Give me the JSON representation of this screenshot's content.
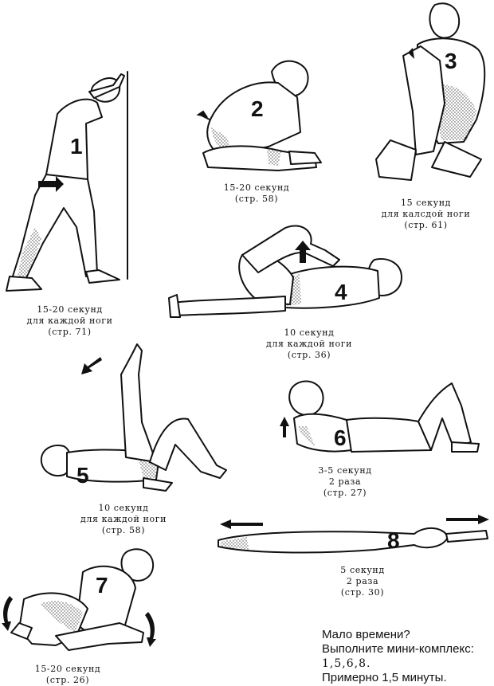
{
  "exercises": [
    {
      "number": "1",
      "lines": [
        "15-20 секунд",
        "для каждой ноги",
        "(стр. 71)"
      ]
    },
    {
      "number": "2",
      "lines": [
        "15-20 секунд",
        "(стр. 58)"
      ]
    },
    {
      "number": "3",
      "lines": [
        "15 секунд",
        "для калсдой ноги",
        "(стр. 61)"
      ]
    },
    {
      "number": "4",
      "lines": [
        "10 секунд",
        "для каждой ноги",
        "(стр. 36)"
      ]
    },
    {
      "number": "5",
      "lines": [
        "10 секунд",
        "для каждой ноги",
        "(стр. 58)"
      ]
    },
    {
      "number": "6",
      "lines": [
        "3-5 секунд",
        "2 раза",
        "(стр. 27)"
      ]
    },
    {
      "number": "7",
      "lines": [
        "15-20 секунд",
        "(стр. 26)"
      ]
    },
    {
      "number": "8",
      "lines": [
        "5 секунд",
        "2 раза",
        "(стр. 30)"
      ]
    }
  ],
  "note": {
    "line1": "Мало времени?",
    "line2": "Выполните мини-комплекс:",
    "line3": "1,5,6,8.",
    "line4": "Примерно 1,5 минуты."
  }
}
